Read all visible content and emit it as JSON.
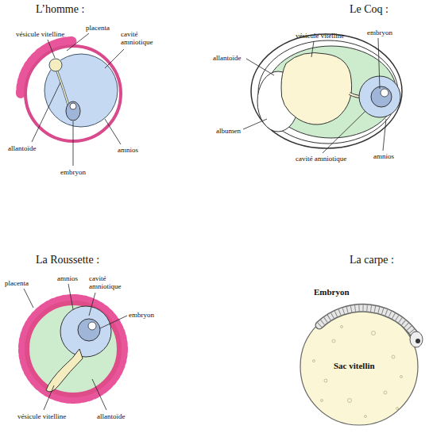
{
  "diagram": {
    "labels": [
      "L’homme :",
      "vésicule vitelline",
      "placenta",
      "cavité amniotique",
      "allantoïde",
      "amnios",
      "embryon",
      "Le Coq :",
      "vésicule vitelline",
      "embryon",
      "allantoïde",
      "albumen",
      "cavité amniotique",
      "amnios",
      "La Roussette :",
      "placenta",
      "amnios",
      "cavité amniotique",
      "embryon",
      "vésicule vitelline",
      "allantoïde",
      "La carpe :",
      "Embryon",
      "Sac vitellin"
    ]
  }
}
